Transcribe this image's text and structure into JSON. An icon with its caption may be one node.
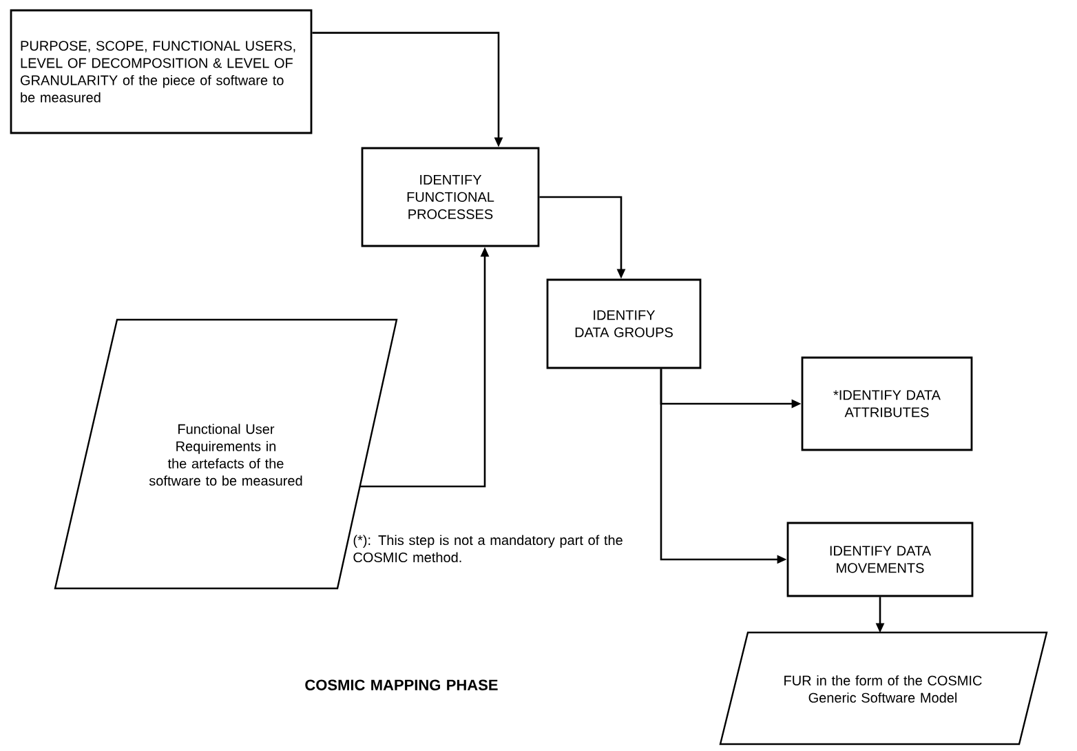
{
  "diagram": {
    "nodes": [
      {
        "text": [
          "PURPOSE, SCOPE, FUNCTIONAL USERS, LEVEL OF DECOMPOSITION & LEVEL OF GRANULARITY of the piece of software to be measured"
        ]
      },
      {
        "text": [
          "IDENTIFY FUNCTIONAL PROCESSES"
        ]
      },
      {
        "text": [
          "Functional User Requirements in the artefacts of the software to be measured"
        ]
      },
      {
        "text": [
          "IDENTIFY DATA GROUPS"
        ]
      },
      {
        "text": [
          "*IDENTIFY DATA ATTRIBUTES"
        ]
      },
      {
        "text": [
          "IDENTIFY DATA MOVEMENTS"
        ]
      },
      {
        "text": [
          "FUR in the form of the COSMIC Generic Software Model"
        ]
      }
    ],
    "edges": [
      {
        "from": 0,
        "to": 1,
        "arrow": "to"
      },
      {
        "from": 2,
        "to": 1,
        "arrow": "to"
      },
      {
        "from": 1,
        "to": 3,
        "arrow": "to"
      },
      {
        "from": 3,
        "to": 4,
        "arrow": "to"
      },
      {
        "from": 3,
        "to": 5,
        "arrow": "to"
      },
      {
        "from": 5,
        "to": 6,
        "arrow": "to"
      }
    ],
    "labels": [
      "(*): This step is not a mandatory part of the COSMIC method.",
      "COSMIC MAPPING PHASE"
    ]
  }
}
